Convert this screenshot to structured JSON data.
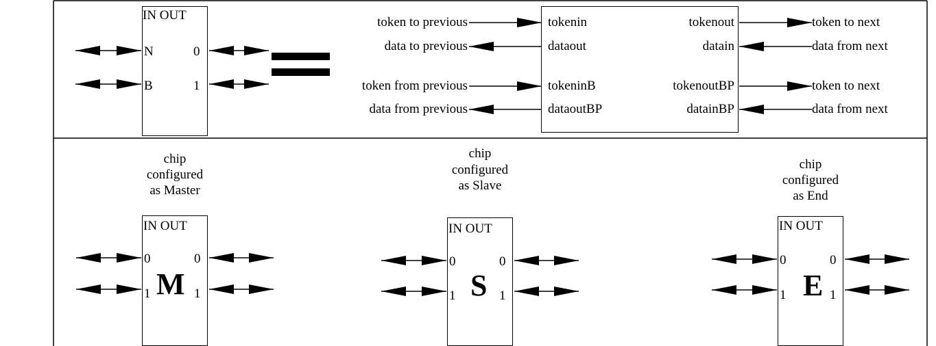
{
  "legend": {
    "generic_chip": {
      "header": "IN OUT",
      "in_ports": [
        "N",
        "B"
      ],
      "out_ports": [
        "0",
        "1"
      ]
    },
    "equals": "=",
    "interface": {
      "left_in_labels": [
        "tokenin",
        "dataout",
        "tokeninB",
        "dataoutBP"
      ],
      "right_out_labels": [
        "tokenout",
        "datain",
        "tokenoutBP",
        "datainBP"
      ],
      "left_external": [
        "token to previous",
        "data to previous",
        "token from previous",
        "data from previous"
      ],
      "right_external": [
        "token to next",
        "data from next",
        "token to next",
        "data from next"
      ]
    }
  },
  "chips": [
    {
      "caption": [
        "chip",
        "configured",
        "as Master"
      ],
      "header": "IN OUT",
      "letter": "M",
      "in_ports": [
        "0",
        "1"
      ],
      "out_ports": [
        "0",
        "1"
      ]
    },
    {
      "caption": [
        "chip",
        "configured",
        "as Slave"
      ],
      "header": "IN OUT",
      "letter": "S",
      "in_ports": [
        "0",
        "1"
      ],
      "out_ports": [
        "0",
        "1"
      ]
    },
    {
      "caption": [
        "chip",
        "configured",
        "as End"
      ],
      "header": "IN OUT",
      "letter": "E",
      "in_ports": [
        "0",
        "1"
      ],
      "out_ports": [
        "0",
        "1"
      ]
    }
  ]
}
